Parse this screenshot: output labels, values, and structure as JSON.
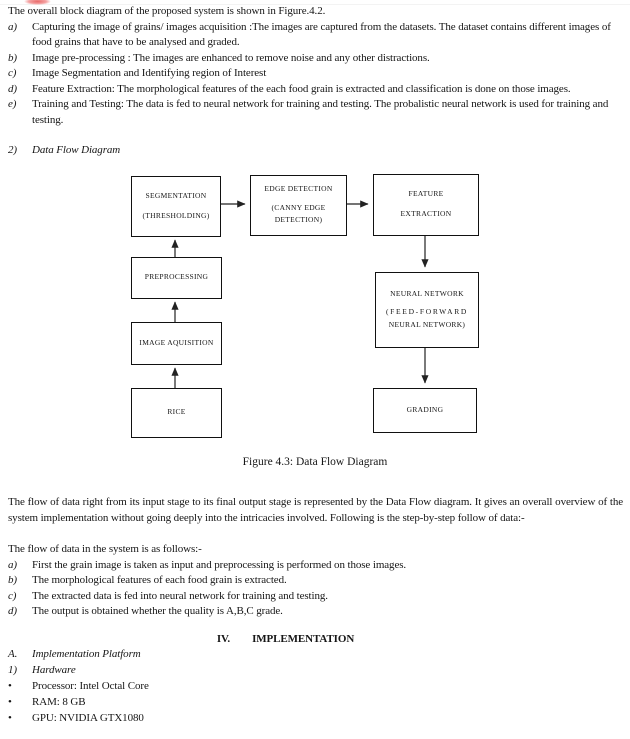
{
  "document": {
    "intro": "The overall block diagram of the proposed system is shown in Figure.4.2.",
    "steps_a": [
      {
        "marker": "a)",
        "text": "Capturing the image of grains/ images acquisition :The images are captured from the datasets. The dataset contains different images of food grains that have to be analysed and graded."
      },
      {
        "marker": "b)",
        "text": "Image pre-processing : The images are enhanced to remove noise and any other distractions."
      },
      {
        "marker": "c)",
        "text": "Image Segmentation and Identifying region of Interest"
      },
      {
        "marker": "d)",
        "text": "Feature Extraction: The morphological features of the each food grain is extracted and classification is done on those images."
      },
      {
        "marker": "e)",
        "text": "Training and Testing: The data is fed to neural network for training and testing. The probalistic neural network is used for training and testing."
      }
    ],
    "section2": {
      "marker": "2)",
      "title": "Data Flow Diagram"
    },
    "diagram": {
      "boxes": {
        "segmentation": [
          "SEGMENTATION",
          "(THRESHOLDING)"
        ],
        "edge_detection": [
          "EDGE DETECTION",
          "(CANNY EDGE",
          "DETECTION)"
        ],
        "feature_extraction": [
          "FEATURE",
          "EXTRACTION"
        ],
        "preprocessing": [
          "PREPROCESSING"
        ],
        "neural_network": [
          "NEURAL NETWORK",
          "(FEED-FORWARD",
          "NEURAL NETWORK)"
        ],
        "image_aquisition": [
          "IMAGE AQUISITION"
        ],
        "rice": [
          "RICE"
        ],
        "grading": [
          "GRADING"
        ]
      },
      "caption": "Figure 4.3: Data Flow Diagram"
    },
    "para_overview": "The flow of data right from its input stage to its final output stage is represented by the Data Flow diagram. It gives an overall overview of the system implementation without going deeply into the intricacies involved. Following is the step-by-step follow of data:-",
    "para_flow_intro": "The flow of data in the system is as follows:-",
    "steps_b": [
      {
        "marker": "a)",
        "text": "First the grain image is taken as input and preprocessing is performed on those images."
      },
      {
        "marker": "b)",
        "text": "The morphological features of each food grain is extracted."
      },
      {
        "marker": "c)",
        "text": "The extracted data is fed into neural network for training and testing."
      },
      {
        "marker": "d)",
        "text": "The output is obtained whether the quality is A,B,C grade."
      }
    ],
    "heading": {
      "number": "IV.",
      "title": "IMPLEMENTATION"
    },
    "subsection_a": {
      "marker": "A.",
      "title": "Implementation Platform"
    },
    "subsection_1": {
      "marker": "1)",
      "title": "Hardware"
    },
    "bullet_char": "•",
    "hardware_bullets": [
      "Processor: Intel Octal Core",
      "RAM: 8 GB",
      "GPU: NVIDIA GTX1080"
    ],
    "colors": {
      "box_border": "#111111",
      "arrow": "#222222",
      "marker_red": "#e96a6a"
    }
  }
}
